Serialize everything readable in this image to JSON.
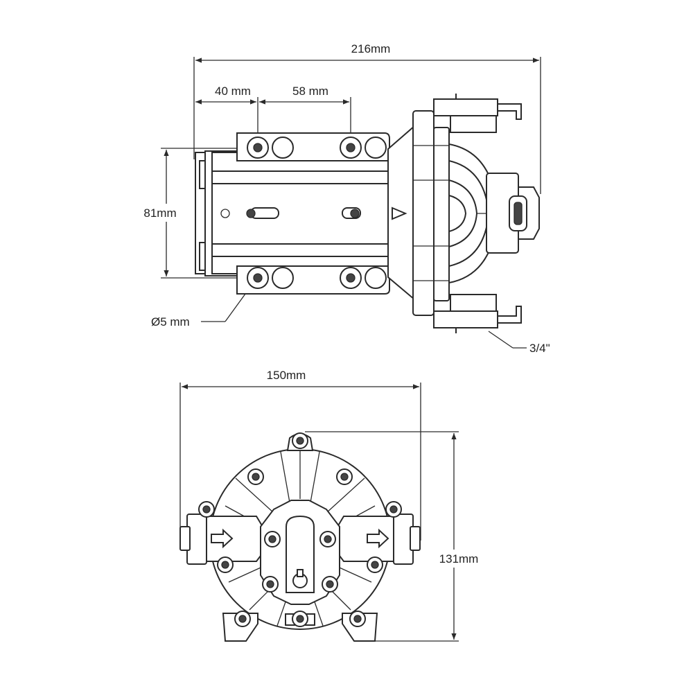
{
  "side_view": {
    "overall_length": "216mm",
    "hole_spacing_1": "40 mm",
    "hole_spacing_2": "58 mm",
    "mount_width": "81mm",
    "hole_diameter": "Ø5 mm",
    "port_size": "3/4\""
  },
  "front_view": {
    "width": "150mm",
    "height": "131mm"
  }
}
